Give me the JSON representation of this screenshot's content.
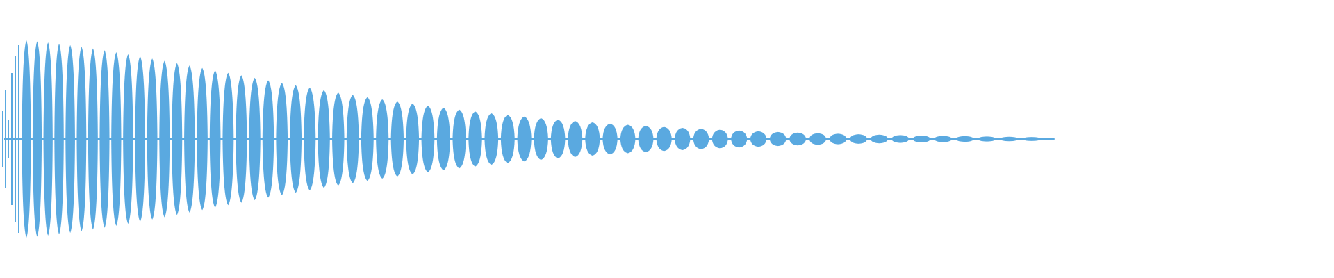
{
  "waveform": {
    "color": "#5aa9e0",
    "background": "#ffffff",
    "cycles_visible": 64,
    "peak_amplitude_fraction": 0.98,
    "decay": "exponential",
    "trailing_segments": "dashed-centerline"
  }
}
